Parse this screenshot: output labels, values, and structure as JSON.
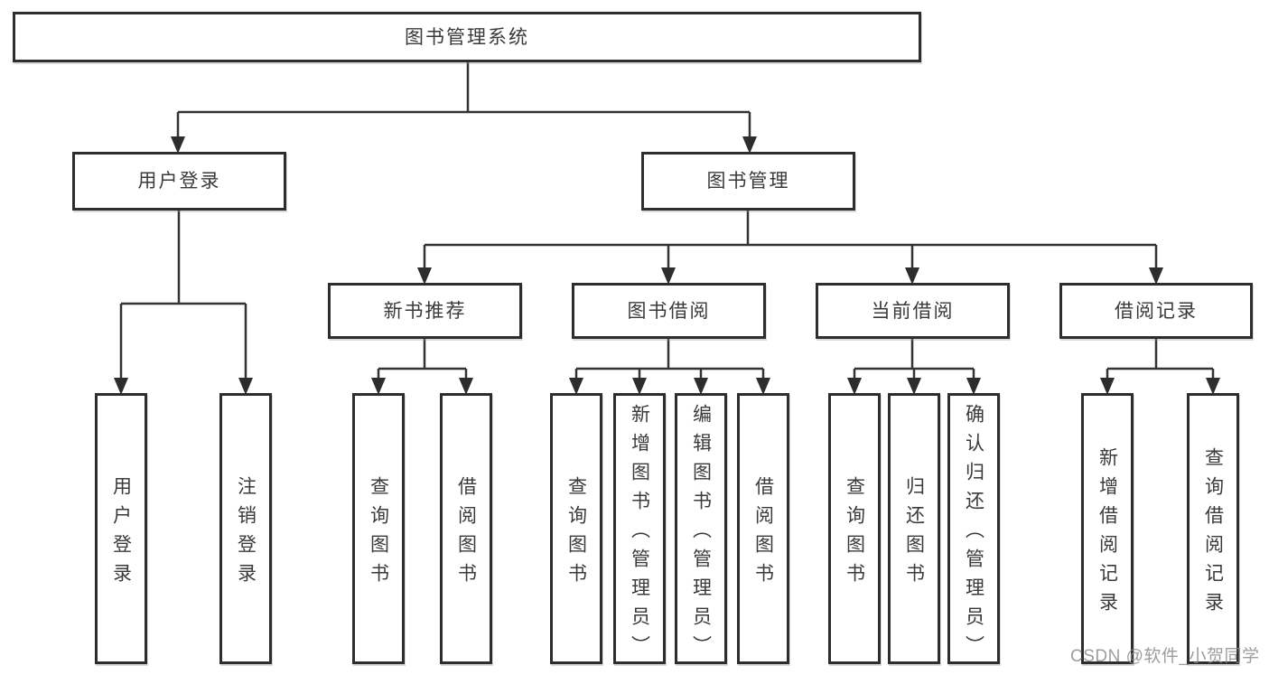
{
  "diagram": {
    "root": {
      "label": "图书管理系统",
      "children": [
        {
          "label": "用户登录",
          "children": [
            {
              "label": "用户登录"
            },
            {
              "label": "注销登录"
            }
          ]
        },
        {
          "label": "图书管理",
          "children": [
            {
              "label": "新书推荐",
              "children": [
                {
                  "label": "查询图书"
                },
                {
                  "label": "借阅图书"
                }
              ]
            },
            {
              "label": "图书借阅",
              "children": [
                {
                  "label": "查询图书"
                },
                {
                  "label": "新增图书（管理员）"
                },
                {
                  "label": "编辑图书（管理员）"
                },
                {
                  "label": "借阅图书"
                }
              ]
            },
            {
              "label": "当前借阅",
              "children": [
                {
                  "label": "查询图书"
                },
                {
                  "label": "归还图书"
                },
                {
                  "label": "确认归还（管理员）"
                }
              ]
            },
            {
              "label": "借阅记录",
              "children": [
                {
                  "label": "新增借阅记录"
                },
                {
                  "label": "查询借阅记录"
                }
              ]
            }
          ]
        }
      ]
    }
  },
  "watermark": {
    "text": "CSDN @软件_小贺同学"
  },
  "colors": {
    "line": "#333333",
    "box_border": "#2d2d2d",
    "box_fill": "#ffffff",
    "text": "#3a3a3a",
    "watermark": "#888888"
  }
}
